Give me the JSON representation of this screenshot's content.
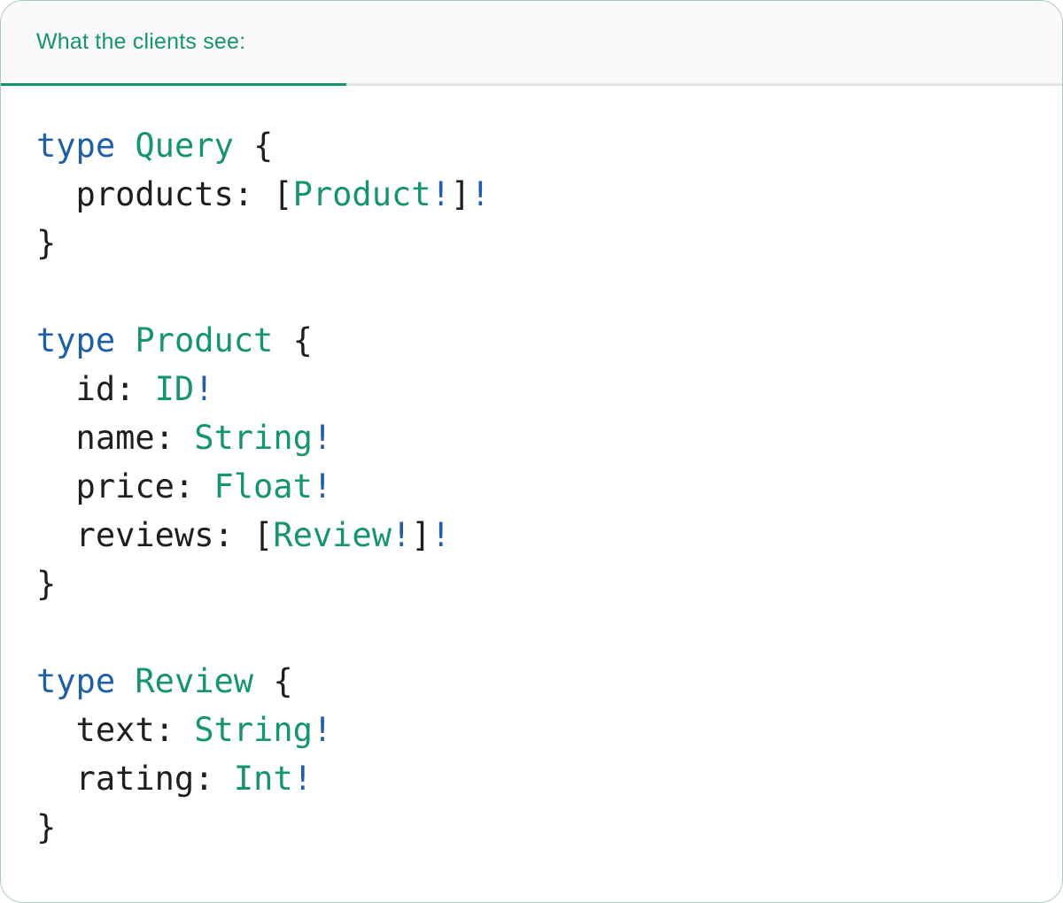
{
  "panel": {
    "tab_label": "What the clients see:"
  },
  "colors": {
    "accent_green": "#14946F",
    "keyword_blue": "#1F5FA8",
    "code_dark": "#1E1E1E",
    "divider_gray": "#E4E4E4",
    "header_bg": "#FAFAFA",
    "border_green": "#A9CDB4",
    "panel_bg": "#FFFFFF"
  },
  "code": {
    "language": "graphql",
    "blocks": [
      {
        "name": "Query",
        "lines": [
          [
            {
              "text": "type",
              "style": "keyword"
            },
            {
              "text": " ",
              "style": "plain"
            },
            {
              "text": "Query",
              "style": "typename"
            },
            {
              "text": " {",
              "style": "plain"
            }
          ],
          [
            {
              "text": "  products: [",
              "style": "plain"
            },
            {
              "text": "Product",
              "style": "typename"
            },
            {
              "text": "!",
              "style": "bang"
            },
            {
              "text": "]",
              "style": "plain"
            },
            {
              "text": "!",
              "style": "bang"
            }
          ],
          [
            {
              "text": "}",
              "style": "plain"
            }
          ]
        ]
      },
      {
        "name": "Product",
        "lines": [
          [
            {
              "text": "type",
              "style": "keyword"
            },
            {
              "text": " ",
              "style": "plain"
            },
            {
              "text": "Product",
              "style": "typename"
            },
            {
              "text": " {",
              "style": "plain"
            }
          ],
          [
            {
              "text": "  id: ",
              "style": "plain"
            },
            {
              "text": "ID",
              "style": "typename"
            },
            {
              "text": "!",
              "style": "bang"
            }
          ],
          [
            {
              "text": "  name: ",
              "style": "plain"
            },
            {
              "text": "String",
              "style": "typename"
            },
            {
              "text": "!",
              "style": "bang"
            }
          ],
          [
            {
              "text": "  price: ",
              "style": "plain"
            },
            {
              "text": "Float",
              "style": "typename"
            },
            {
              "text": "!",
              "style": "bang"
            }
          ],
          [
            {
              "text": "  reviews: [",
              "style": "plain"
            },
            {
              "text": "Review",
              "style": "typename"
            },
            {
              "text": "!",
              "style": "bang"
            },
            {
              "text": "]",
              "style": "plain"
            },
            {
              "text": "!",
              "style": "bang"
            }
          ],
          [
            {
              "text": "}",
              "style": "plain"
            }
          ]
        ]
      },
      {
        "name": "Review",
        "lines": [
          [
            {
              "text": "type",
              "style": "keyword"
            },
            {
              "text": " ",
              "style": "plain"
            },
            {
              "text": "Review",
              "style": "typename"
            },
            {
              "text": " {",
              "style": "plain"
            }
          ],
          [
            {
              "text": "  text: ",
              "style": "plain"
            },
            {
              "text": "String",
              "style": "typename"
            },
            {
              "text": "!",
              "style": "bang"
            }
          ],
          [
            {
              "text": "  rating: ",
              "style": "plain"
            },
            {
              "text": "Int",
              "style": "typename"
            },
            {
              "text": "!",
              "style": "bang"
            }
          ],
          [
            {
              "text": "}",
              "style": "plain"
            }
          ]
        ]
      }
    ]
  }
}
